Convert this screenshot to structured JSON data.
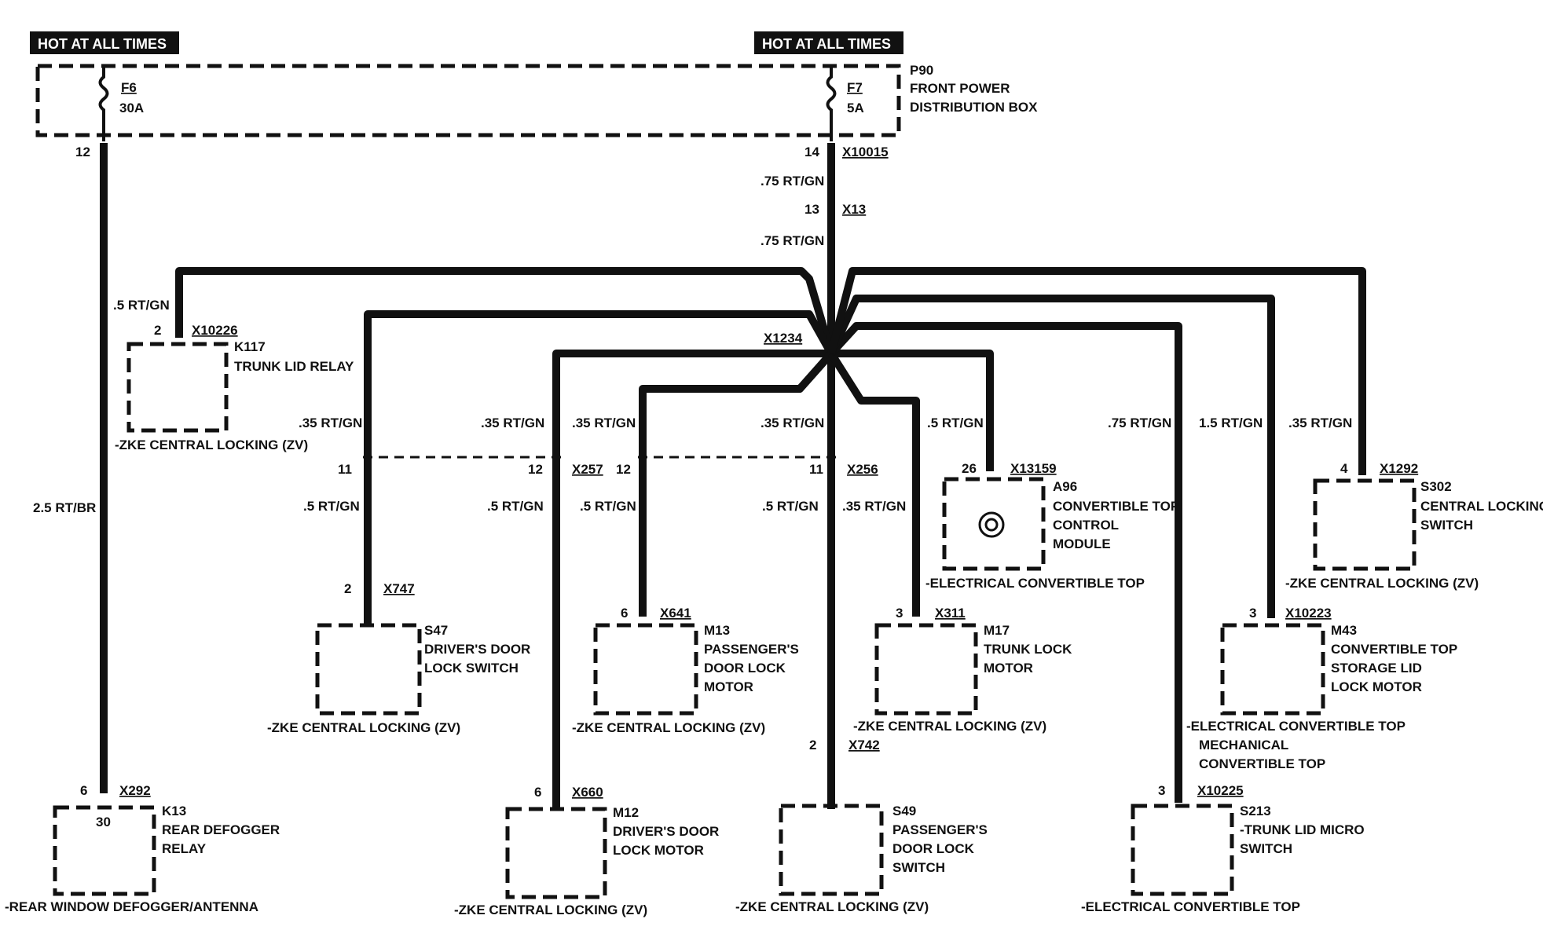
{
  "hot_left": "HOT AT ALL TIMES",
  "hot_right": "HOT AT ALL TIMES",
  "box": {
    "id": "P90",
    "line1": "FRONT POWER",
    "line2": "DISTRIBUTION BOX"
  },
  "fuse_left": {
    "name": "F6",
    "rating": "30A",
    "pin": "12"
  },
  "fuse_right": {
    "name": "F7",
    "rating": "5A",
    "pin": "14",
    "conn": "X10015"
  },
  "main_wire1": ".75 RT/GN",
  "x13": {
    "pin": "13",
    "conn": "X13"
  },
  "main_wire2": ".75 RT/GN",
  "splice": "X1234",
  "k117": {
    "pin": "2",
    "conn": "X10226",
    "id": "K117",
    "name": "TRUNK LID RELAY",
    "wire": ".5 RT/GN",
    "system": "-ZKE CENTRAL LOCKING (ZV)"
  },
  "left_wire": "2.5 RT/BR",
  "wire_labels": {
    "s47_upper": ".35 RT/GN",
    "m12_upper": ".35 RT/GN",
    "m13_upper": ".35 RT/GN",
    "s49_upper": ".35 RT/GN",
    "m17_upper": ".5 RT/GN",
    "s213_upper": ".75 RT/GN",
    "m43_upper": "1.5 RT/GN",
    "s302_upper": ".35 RT/GN",
    "s47_lower": ".5 RT/GN",
    "m12_lower": ".5 RT/GN",
    "m13_lower": ".5 RT/GN",
    "s49_lower": ".5 RT/GN",
    "m17_lower": ".35 RT/GN"
  },
  "x257": {
    "pin_a": "11",
    "pin_b": "12",
    "conn": "X257"
  },
  "x256": {
    "pin_a": "12",
    "pin_b": "11",
    "conn": "X256"
  },
  "s47": {
    "pin": "2",
    "conn": "X747",
    "id": "S47",
    "line1": "DRIVER'S DOOR",
    "line2": "LOCK SWITCH",
    "system": "-ZKE CENTRAL LOCKING (ZV)"
  },
  "m13": {
    "pin": "6",
    "conn": "X641",
    "id": "M13",
    "line1": "PASSENGER'S",
    "line2": "DOOR LOCK",
    "line3": "MOTOR",
    "system": "-ZKE CENTRAL LOCKING (ZV)"
  },
  "m17": {
    "pin": "3",
    "conn": "X311",
    "id": "M17",
    "line1": "TRUNK LOCK",
    "line2": "MOTOR",
    "system": "-ZKE CENTRAL LOCKING (ZV)"
  },
  "a96": {
    "pin": "26",
    "conn": "X13159",
    "id": "A96",
    "line1": "CONVERTIBLE TOP",
    "line2": "CONTROL",
    "line3": "MODULE",
    "system": "-ELECTRICAL CONVERTIBLE TOP"
  },
  "s302": {
    "pin": "4",
    "conn": "X1292",
    "id": "S302",
    "line1": "CENTRAL LOCKING",
    "line2": "SWITCH",
    "system": "-ZKE CENTRAL LOCKING (ZV)"
  },
  "m43": {
    "pin": "3",
    "conn": "X10223",
    "id": "M43",
    "line1": "CONVERTIBLE TOP",
    "line2": "STORAGE LID",
    "line3": "LOCK MOTOR",
    "system1": "-ELECTRICAL CONVERTIBLE TOP",
    "system2": "MECHANICAL",
    "system3": "CONVERTIBLE TOP"
  },
  "x742": {
    "pin": "2",
    "conn": "X742"
  },
  "k13": {
    "pin": "6",
    "conn": "X292",
    "term": "30",
    "id": "K13",
    "line1": "REAR DEFOGGER",
    "line2": "RELAY",
    "system": "-REAR WINDOW DEFOGGER/ANTENNA"
  },
  "m12": {
    "pin": "6",
    "conn": "X660",
    "id": "M12",
    "line1": "DRIVER'S DOOR",
    "line2": "LOCK MOTOR",
    "system": "-ZKE CENTRAL LOCKING (ZV)"
  },
  "s49": {
    "id": "S49",
    "line1": "PASSENGER'S",
    "line2": "DOOR LOCK",
    "line3": "SWITCH",
    "system": "-ZKE CENTRAL LOCKING (ZV)"
  },
  "s213": {
    "pin": "3",
    "conn": "X10225",
    "id": "S213",
    "line1": "-TRUNK LID MICRO",
    "line2": "SWITCH",
    "system": "-ELECTRICAL CONVERTIBLE TOP"
  }
}
